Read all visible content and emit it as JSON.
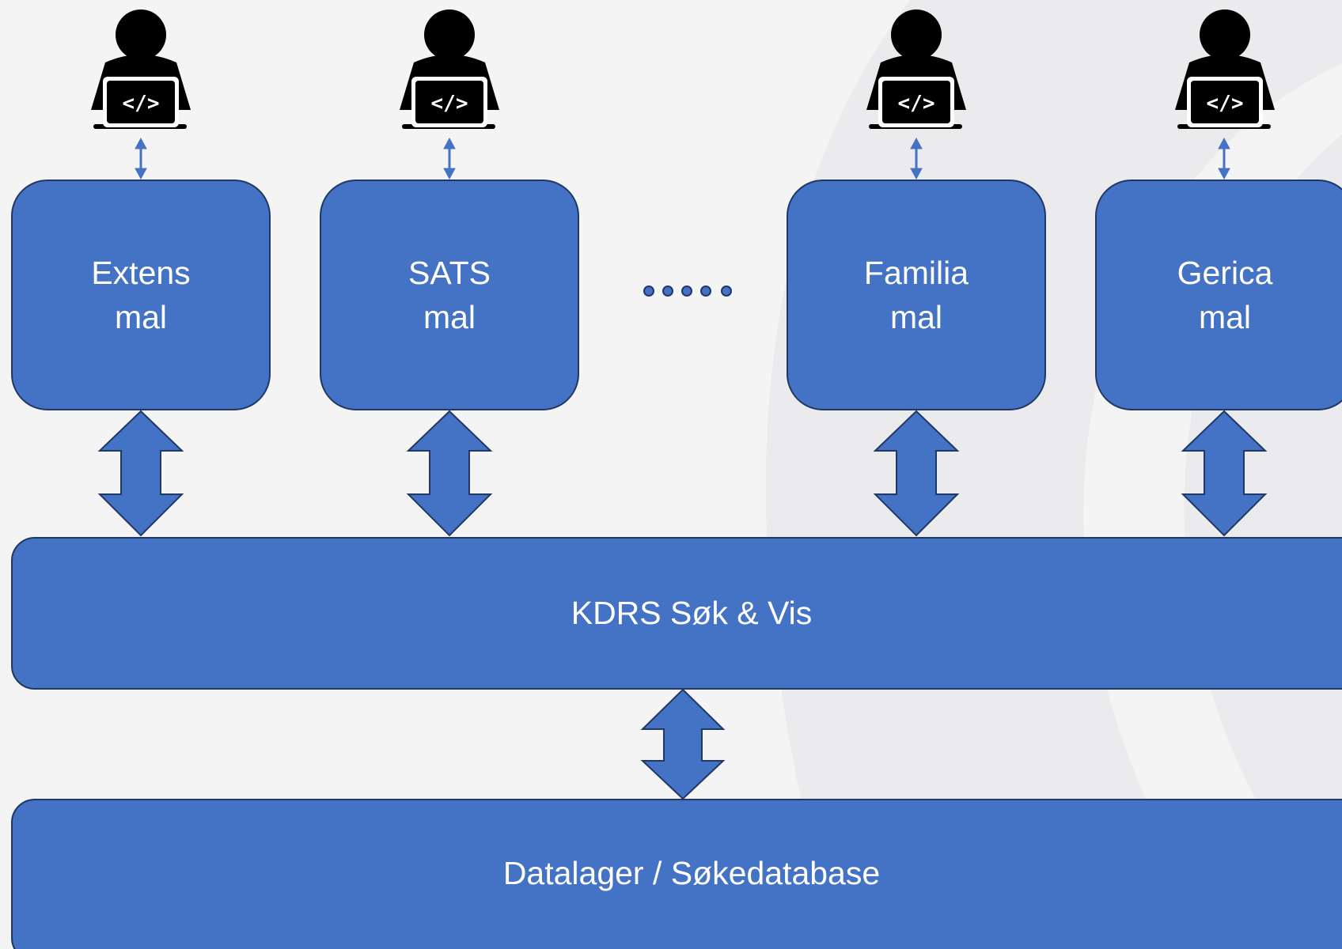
{
  "colors": {
    "background": "#f4f4f4",
    "box_fill": "#4472c4",
    "box_border": "#1f3864",
    "text": "#ffffff",
    "icon": "#000000"
  },
  "templates": [
    {
      "name": "Extens",
      "suffix": "mal",
      "icon": "developer-laptop-icon"
    },
    {
      "name": "SATS",
      "suffix": "mal",
      "icon": "developer-laptop-icon"
    },
    {
      "name": "Familia",
      "suffix": "mal",
      "icon": "developer-laptop-icon"
    },
    {
      "name": "Gerica",
      "suffix": "mal",
      "icon": "developer-laptop-icon"
    }
  ],
  "middle_layer": {
    "label": "KDRS Søk & Vis"
  },
  "bottom_layer": {
    "label": "Datalager / Søkedatabase"
  }
}
